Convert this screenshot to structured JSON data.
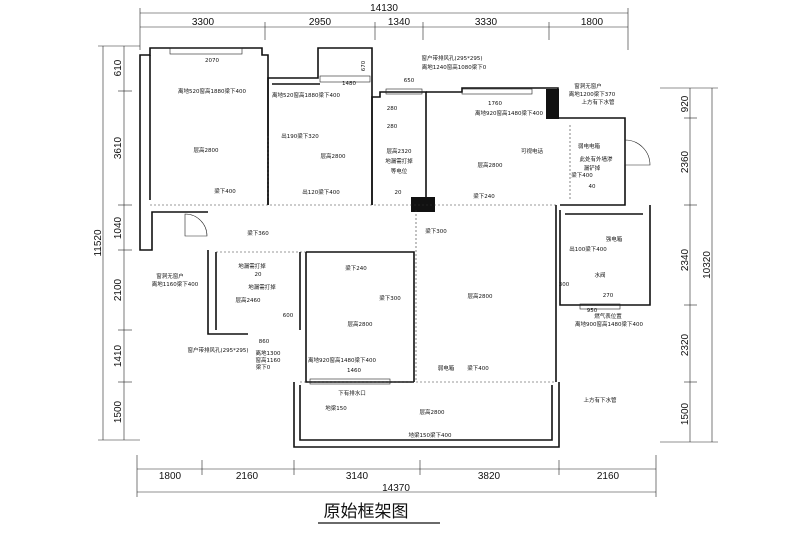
{
  "title": "原始框架图",
  "dimensions": {
    "top_total": "14130",
    "top_segments": [
      "3300",
      "2950",
      "1340",
      "3330",
      "1800"
    ],
    "bottom_total": "14370",
    "bottom_segments": [
      "1800",
      "2160",
      "3140",
      "3820",
      "2160"
    ],
    "left_total": "11520",
    "left_segments": [
      "610",
      "3610",
      "1040",
      "2100",
      "1410",
      "1500"
    ],
    "right_total": "10320",
    "right_segments": [
      "920",
      "2360",
      "2340",
      "2320",
      "1500"
    ]
  },
  "rooms": {
    "bedroom1": {
      "window": "2070",
      "window_note": "离地520窗高1880梁下400",
      "height": "层高2800",
      "beam": "梁下400"
    },
    "bedroom2": {
      "window": "1480",
      "window_side": "670",
      "window_note": "离地520窗高1880梁下400",
      "opening": "出190梁下320",
      "height": "层高2800",
      "opening2": "出120梁下400"
    },
    "bathroom": {
      "vent": "窗户带排风孔(295*295)",
      "window_note": "离地1240窗高1080梁下0",
      "width": "650",
      "sizes": [
        "280",
        "280"
      ],
      "height": "层高2320",
      "note1": "地漏需打掉",
      "note2": "等电位",
      "offset": "20"
    },
    "living_top": {
      "window": "1760",
      "window_note": "离地920窗高1480梁下400",
      "height": "层高2800",
      "weak_box": "可视电话",
      "beam": "梁下240"
    },
    "balcony": {
      "label": "窗洞无窗户",
      "note": "离地1200梁下370",
      "pipe": "上方有下水管",
      "box": "弱电电箱",
      "heater_note1": "此处有外墙渗",
      "heater_note2": "漏铲掉",
      "beam": "梁下400",
      "offset": "40"
    },
    "kitchen": {
      "box": "强电箱",
      "opening": "出100梁下400",
      "valve": "水阀",
      "sizes": [
        "300",
        "270"
      ],
      "width": "950",
      "gas": "燃气表位置",
      "window_note": "离地900窗高1480梁下400"
    },
    "entry": {
      "label": "窗洞无窗户",
      "note": "离地1160梁下400",
      "beam": "梁下360"
    },
    "small_bath": {
      "note1": "地漏需打掉",
      "offset": "20",
      "note2": "地漏需打掉",
      "height": "层高2460",
      "width": "600",
      "vent": "窗户带排风孔(295*295)",
      "width2": "860",
      "spec1": "离地1300",
      "spec2": "窗高1160",
      "spec3": "梁下0"
    },
    "bedroom3": {
      "beam": "梁下240",
      "beam2": "梁下300",
      "height": "层高2800",
      "window_note": "离地920窗高1480梁下400",
      "window": "1460"
    },
    "living": {
      "beam": "梁下300",
      "height": "层高2800",
      "box": "弱电箱",
      "beam2": "梁下400"
    },
    "balcony_bottom": {
      "drain": "下有排水口",
      "beam": "地梁150",
      "height": "层高2800",
      "beam2": "地梁150梁下400",
      "pipe": "上方有下水管"
    }
  }
}
